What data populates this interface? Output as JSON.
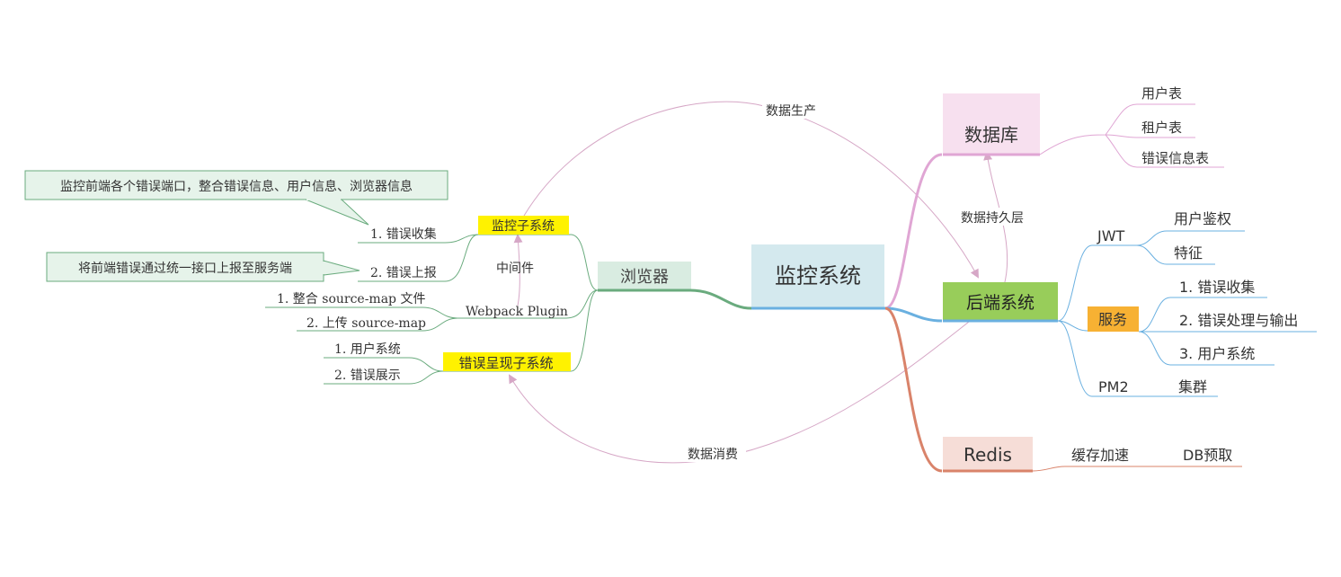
{
  "root": {
    "label": "监控系统"
  },
  "left": {
    "browser": {
      "label": "浏览器"
    },
    "monitor_subsystem": {
      "label": "监控子系统"
    },
    "error_display_subsystem": {
      "label": "错误呈现子系统"
    },
    "collect": {
      "label": "1. 错误收集"
    },
    "report": {
      "label": "2. 错误上报"
    },
    "middleware": {
      "label": "中间件"
    },
    "webpack_plugin": {
      "label": "Webpack Plugin"
    },
    "integrate_sourcemap": {
      "label": "1. 整合 source-map 文件"
    },
    "upload_sourcemap": {
      "label": "2. 上传 source-map"
    },
    "user_system": {
      "label": "1. 用户系统"
    },
    "error_show": {
      "label": "2. 错误展示"
    },
    "callout_collect": {
      "text": "监控前端各个错误端口，整合错误信息、用户信息、浏览器信息"
    },
    "callout_report": {
      "text": "将前端错误通过统一接口上报至服务端"
    }
  },
  "right": {
    "database": {
      "label": "数据库"
    },
    "db_children": [
      "用户表",
      "租户表",
      "错误信息表"
    ],
    "backend": {
      "label": "后端系统"
    },
    "jwt": {
      "label": "JWT"
    },
    "jwt_children": [
      "用户鉴权",
      "特征"
    ],
    "service": {
      "label": "服务"
    },
    "service_children": [
      "1. 错误收集",
      "2. 错误处理与输出",
      "3.  用户系统"
    ],
    "pm2": {
      "label": "PM2"
    },
    "pm2_children": [
      "集群"
    ],
    "redis": {
      "label": "Redis"
    },
    "redis_children": [
      "缓存加速",
      "DB预取"
    ]
  },
  "relations": {
    "produce": "数据生产",
    "persist": "数据持久层",
    "consume": "数据消费"
  },
  "colors": {
    "root_fill": "#d4e9ee",
    "browser_fill": "#d9ece1",
    "green_line": "#6aab7e",
    "yellow_fill": "#fff200",
    "db_fill": "#f7e0ef",
    "db_line": "#e0a6d4",
    "backend_fill": "#98cd5a",
    "blue_line": "#6ab0e0",
    "service_fill": "#f7b133",
    "redis_fill": "#f6ddd7",
    "redis_line": "#d9836a",
    "relation_line": "#d6a7c6",
    "callout_fill": "#e6f3ea",
    "callout_border": "#6aab7e"
  }
}
